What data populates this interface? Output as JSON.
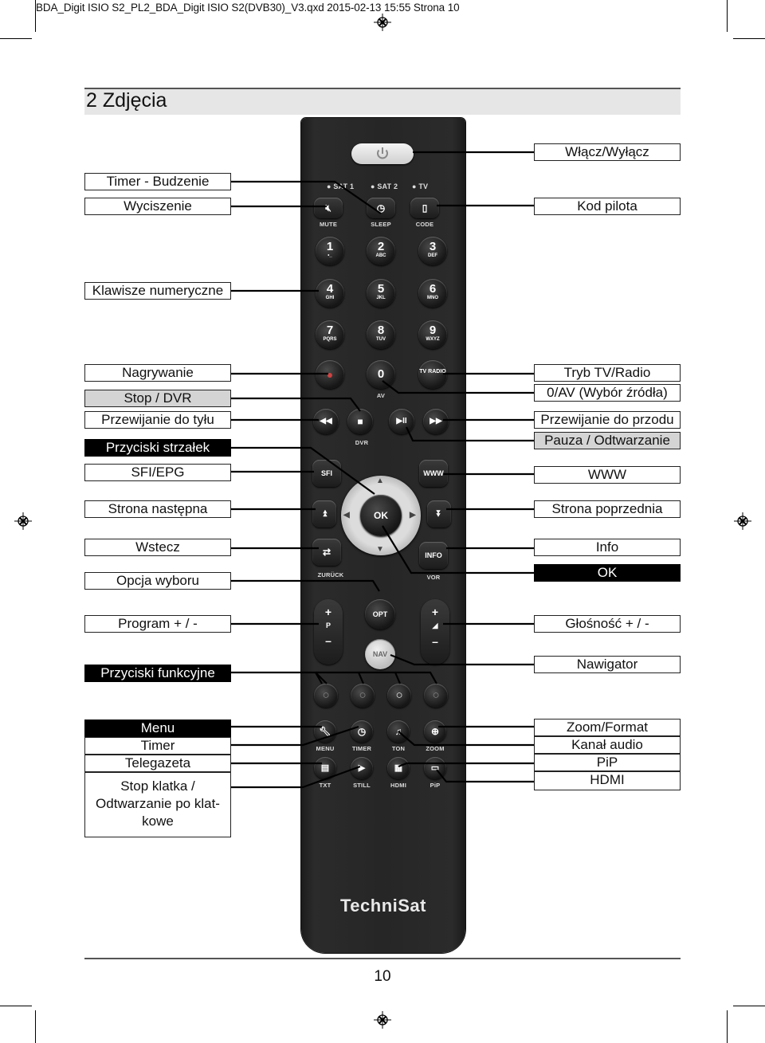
{
  "header_text": "BDA_Digit ISIO S2_PL2_BDA_Digit ISIO S2(DVB30)_V3.qxd  2015-02-13  15:55  Strona 10",
  "section_title": "2 Zdjęcia",
  "page_number": "10",
  "remote": {
    "brand": "TechniSat",
    "indicators": [
      "SAT 1",
      "SAT 2",
      "TV"
    ],
    "row1_captions": [
      "MUTE",
      "SLEEP",
      "CODE"
    ],
    "digits": [
      {
        "num": "1",
        "sub": "•_"
      },
      {
        "num": "2",
        "sub": "ABC"
      },
      {
        "num": "3",
        "sub": "DEF"
      },
      {
        "num": "4",
        "sub": "GHI"
      },
      {
        "num": "5",
        "sub": "JKL"
      },
      {
        "num": "6",
        "sub": "MNO"
      },
      {
        "num": "7",
        "sub": "PQRS"
      },
      {
        "num": "8",
        "sub": "TUV"
      },
      {
        "num": "9",
        "sub": "WXYZ"
      }
    ],
    "zero": "0",
    "av": "AV",
    "tv_radio": "TV RADIO",
    "dvr": "DVR",
    "sfi": "SFI",
    "www": "WWW",
    "ok": "OK",
    "info": "INFO",
    "zuruck": "ZURÜCK",
    "vor": "VOR",
    "opt": "OPT",
    "nav": "NAV",
    "prog_plus": "+",
    "prog_p": "P",
    "prog_minus": "–",
    "vol_plus": "+",
    "vol_minus": "–",
    "menu_captions": [
      "MENU",
      "TIMER",
      "TON",
      "ZOOM"
    ],
    "bottom_captions": [
      "TXT",
      "STILL",
      "HDMI",
      "PiP"
    ]
  },
  "labels_left": {
    "timer": "Timer - Budzenie",
    "mute": "Wyciszenie",
    "numeric": "Klawisze numeryczne",
    "record": "Nagrywanie",
    "stop": "Stop / DVR",
    "rewind": "Przewijanie do tyłu",
    "arrows": "Przyciski strzałek",
    "sfi": "SFI/EPG",
    "pagedown": "Strona następna",
    "back": "Wstecz",
    "option": "Opcja wyboru",
    "program": "Program + / -",
    "function": "Przyciski funkcyjne",
    "menu": "Menu",
    "timer2": "Timer",
    "teletext": "Telegazeta",
    "still": "Stop klatka  / Odtwarzanie po klat-kowe"
  },
  "labels_right": {
    "power": "Włącz/Wyłącz",
    "code": "Kod pilota",
    "tvradio": "Tryb TV/Radio",
    "av": "0/AV (Wybór źródła)",
    "forward": "Przewijanie do przodu",
    "pause": "Pauza / Odtwarzanie",
    "www": "WWW",
    "pageup": "Strona poprzednia",
    "info": "Info",
    "ok": "OK",
    "volume": "Głośność + / -",
    "navigator": "Nawigator",
    "zoom": "Zoom/Format",
    "audio": "Kanał audio",
    "pip": "PiP",
    "hdmi": "HDMI"
  }
}
